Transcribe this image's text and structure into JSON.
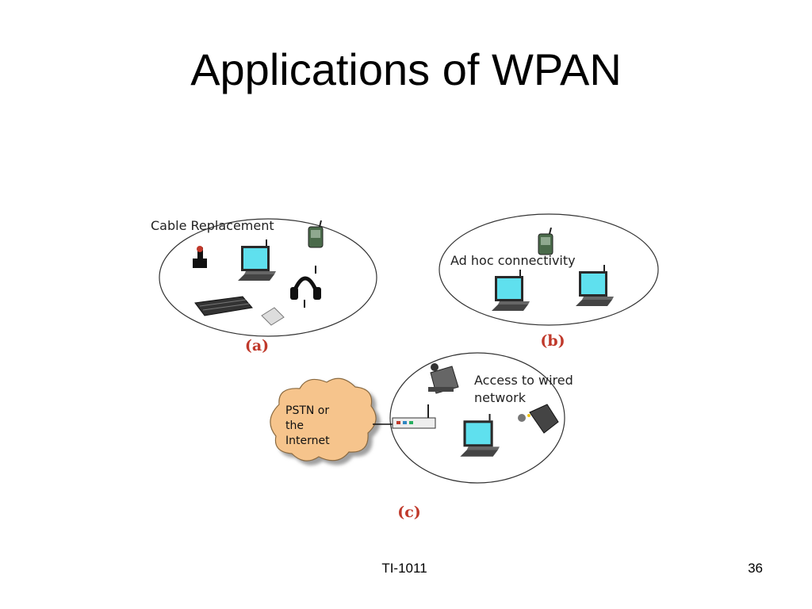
{
  "slide": {
    "title": "Applications of WPAN",
    "footer_center": "TI-1011",
    "page_number": "36"
  },
  "diagram": {
    "panel_a": {
      "caption": "Cable Replacement",
      "label": "(a)",
      "devices": [
        "joystick-icon",
        "pda-icon",
        "laptop-icon",
        "headset-icon",
        "keyboard-icon",
        "mouse-icon"
      ]
    },
    "panel_b": {
      "caption": "Ad hoc connectivity",
      "label": "(b)",
      "devices": [
        "pda-icon",
        "laptop-icon",
        "laptop-icon"
      ]
    },
    "panel_c": {
      "caption_line1": "Access to wired",
      "caption_line2": "network",
      "label": "(c)",
      "cloud_line1": "PSTN or",
      "cloud_line2": "the",
      "cloud_line3": "Internet",
      "devices": [
        "camera-icon",
        "router-icon",
        "laptop-icon",
        "printer-icon"
      ]
    },
    "colors": {
      "label_red": "#c0392b",
      "screen_cyan": "#5fe0ee",
      "cloud_orange": "#f6c48c"
    }
  }
}
